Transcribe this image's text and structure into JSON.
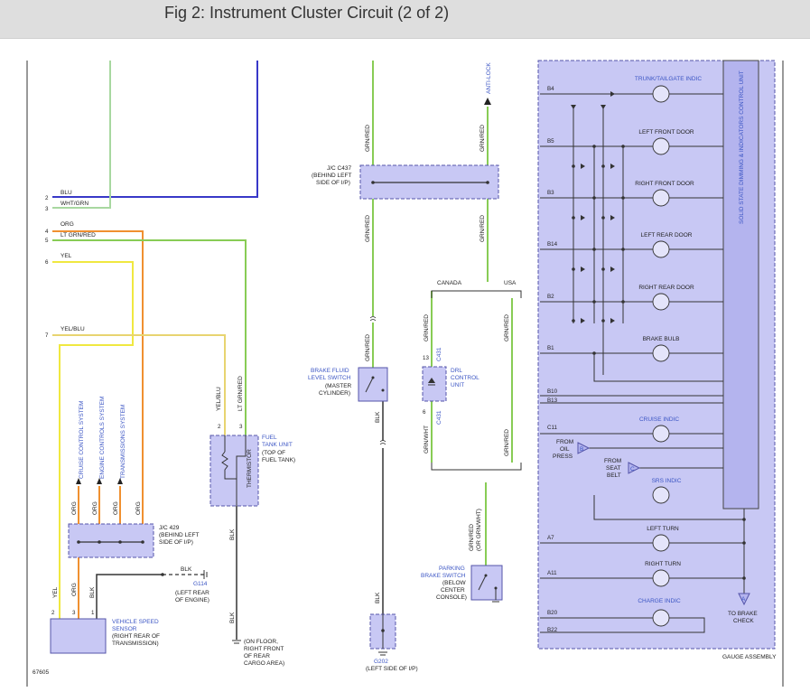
{
  "header": {
    "title": "Fig 2: Instrument Cluster Circuit (2 of 2)"
  },
  "figure_number": "67605",
  "colors": {
    "header_bg": "#dedede",
    "component_fill": "#c8c8f4",
    "component_stroke": "#5555aa",
    "wire_blue": "#3838c8",
    "wire_green": "#88cc55",
    "wire_lightgreen": "#a8d8a0",
    "wire_orange": "#f09030",
    "wire_yellow": "#f0e840",
    "wire_black": "#333333",
    "label_blue": "#3b55c4"
  },
  "left_pins": [
    {
      "num": "2",
      "color": "BLU"
    },
    {
      "num": "3",
      "color": "WHT/GRN"
    },
    {
      "num": "4",
      "color": "ORG"
    },
    {
      "num": "5",
      "color": "LT GRN/RED"
    },
    {
      "num": "6",
      "color": "YEL"
    },
    {
      "num": "7",
      "color": "YEL/BLU"
    }
  ],
  "systems": [
    "CRUISE CONTROL SYSTEM",
    "ENGINE CONTROLS SYSTEM",
    "TRANSMISSIONS SYSTEM"
  ],
  "jc429": {
    "label": "J/C 429",
    "desc1": "(BEHIND LEFT",
    "desc2": "SIDE OF I/P)",
    "wire_top": "ORG",
    "wire_bottom": "ORG",
    "pin_bottom": "3"
  },
  "g114": {
    "wire": "BLK",
    "label": "G114",
    "desc1": "(LEFT REAR",
    "desc2": "OF ENGINE)"
  },
  "vss": {
    "name1": "VEHICLE SPEED",
    "name2": "SENSOR",
    "desc1": "(RIGHT REAR OF",
    "desc2": "TRANSMISSION)",
    "pin_left": "2",
    "pin_right": "1",
    "wire_left": "YEL",
    "wire_right": "BLK"
  },
  "fuel_tank": {
    "name1": "FUEL",
    "name2": "TANK UNIT",
    "desc1": "(TOP OF",
    "desc2": "FUEL TANK)",
    "part": "THERMISTOR",
    "wire_left": "YEL/BLU",
    "wire_right": "LT GRN/RED",
    "pin_left": "2",
    "pin_right": "3",
    "wire_ground": "BLK"
  },
  "floor_ground": {
    "desc1": "(ON FLOOR,",
    "desc2": "RIGHT FRONT",
    "desc3": "OF REAR",
    "desc4": "CARGO AREA)"
  },
  "jc437": {
    "label": "J/C C437",
    "desc1": "(BEHIND LEFT",
    "desc2": "SIDE OF I/P)",
    "wire_left_top": "GRN/RED",
    "wire_right_top": "GRN/RED",
    "wire_left_bottom": "GRN/RED",
    "wire_right_bottom": "GRN/RED"
  },
  "antilock_label": "ANTI-LOCK",
  "brake_fluid": {
    "name1": "BRAKE FLUID",
    "name2": "LEVEL SWITCH",
    "desc1": "(MASTER",
    "desc2": "CYLINDER)",
    "wire_top": "GRN/RED",
    "wire_bottom": "BLK",
    "wire_ground": "BLK"
  },
  "g202": {
    "label": "G202",
    "desc": "(LEFT SIDE OF I/P)"
  },
  "region_canada": "CANADA",
  "region_usa": "USA",
  "drl": {
    "name1": "DRL",
    "name2": "CONTROL",
    "name3": "UNIT",
    "connector": "C431",
    "pin_top": "13",
    "pin_bottom": "6",
    "wire_top": "GRN/RED",
    "wire_bottom": "GRN/WHT",
    "wire_usa": "GRN/RED",
    "wire_usa_bottom": "GRN/RED"
  },
  "parking_brake": {
    "name1": "PARKING",
    "name2": "BRAKE SWITCH",
    "desc1": "(BELOW",
    "desc2": "CENTER",
    "desc3": "CONSOLE)",
    "wire1": "GRN/RED",
    "wire2": "(OR GRN/WHT)"
  },
  "gauge": {
    "label": "GAUGE ASSEMBLY",
    "control_unit": "SOLID STATE DIMMING & INDICATORS CONTROL UNIT",
    "pins": [
      "B4",
      "B5",
      "B3",
      "B14",
      "B2",
      "B1",
      "B10",
      "B13",
      "C11",
      "A7",
      "A11",
      "B20",
      "B22"
    ],
    "lamps": [
      {
        "name": "TRUNK/TAILGATE INDIC",
        "blue": true
      },
      {
        "name": "LEFT FRONT DOOR",
        "blue": false
      },
      {
        "name": "RIGHT FRONT DOOR",
        "blue": false
      },
      {
        "name": "LEFT REAR DOOR",
        "blue": false
      },
      {
        "name": "RIGHT REAR DOOR",
        "blue": false
      },
      {
        "name": "BRAKE BULB",
        "blue": false
      },
      {
        "name": "CRUISE INDIC",
        "blue": true
      },
      {
        "name": "SRS INDIC",
        "blue": true
      },
      {
        "name": "LEFT TURN",
        "blue": false
      },
      {
        "name": "RIGHT TURN",
        "blue": false
      },
      {
        "name": "CHARGE INDIC",
        "blue": true
      }
    ],
    "oil_press": {
      "l1": "FROM",
      "l2": "OIL",
      "l3": "PRESS",
      "marker": "B"
    },
    "seat_belt": {
      "l1": "FROM",
      "l2": "SEAT",
      "l3": "BELT",
      "marker": "C"
    },
    "brake_check": {
      "marker": "A",
      "l1": "TO BRAKE",
      "l2": "CHECK"
    }
  }
}
